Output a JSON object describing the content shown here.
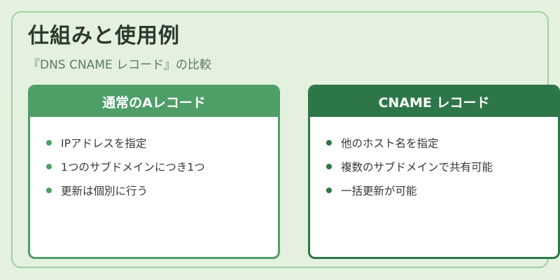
{
  "title": "仕組みと使用例",
  "subtitle": "『DNS CNAME レコード』の比較",
  "cards": [
    {
      "heading": "通常のAレコード",
      "items": [
        "IPアドレスを指定",
        "1つのサブドメインにつき1つ",
        "更新は個別に行う"
      ]
    },
    {
      "heading": "CNAME レコード",
      "items": [
        "他のホスト名を指定",
        "複数のサブドメインで共有可能",
        "一括更新が可能"
      ]
    }
  ],
  "colors": {
    "background": "#e3f1de",
    "frame_border": "#a6cfa3",
    "card_left_accent": "#4e9e68",
    "card_right_accent": "#2d7647"
  }
}
